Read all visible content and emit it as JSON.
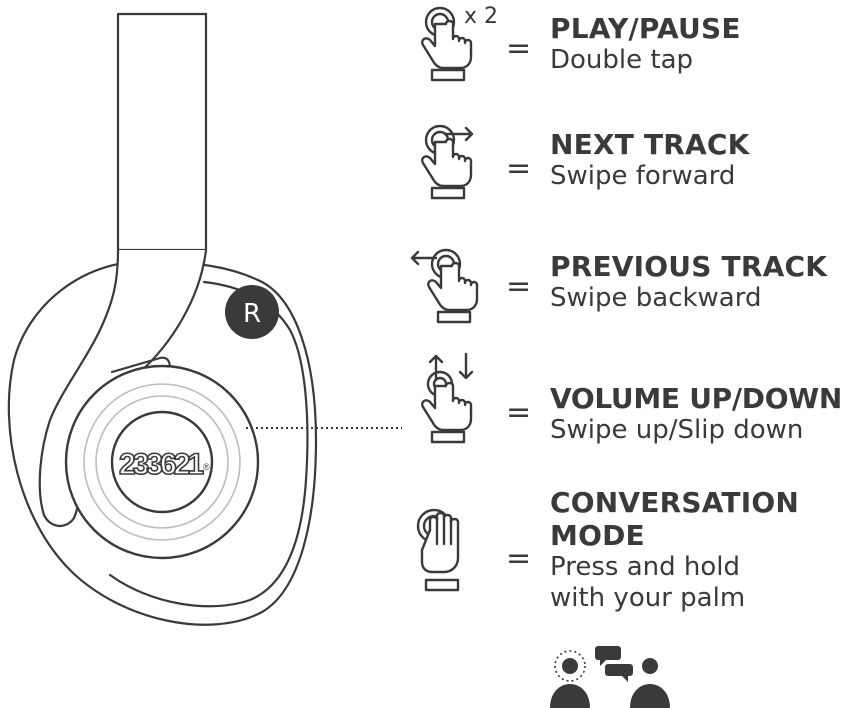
{
  "earcup": {
    "side_badge": "R",
    "logo_text": "233621",
    "logo_mark": "®"
  },
  "gestures": [
    {
      "id": "play",
      "icon": "double-tap-icon",
      "tap_count": "x 2",
      "equals": "=",
      "title": "PLAY/PAUSE",
      "desc": [
        "Double tap"
      ]
    },
    {
      "id": "next",
      "icon": "swipe-forward-icon",
      "equals": "=",
      "title": "NEXT TRACK",
      "desc": [
        "Swipe forward"
      ]
    },
    {
      "id": "prev",
      "icon": "swipe-backward-icon",
      "equals": "=",
      "title": "PREVIOUS TRACK",
      "desc": [
        "Swipe backward"
      ]
    },
    {
      "id": "vol",
      "icon": "swipe-up-down-icon",
      "equals": "=",
      "title": "VOLUME UP/DOWN",
      "desc": [
        "Swipe up/Slip down"
      ]
    },
    {
      "id": "conv",
      "icon": "palm-press-icon",
      "equals": "=",
      "title": [
        "CONVERSATION",
        "MODE"
      ],
      "desc": [
        "Press and hold",
        "with your palm"
      ]
    }
  ],
  "colors": {
    "ink": "#3a3a3a",
    "badge": "#3a3a3a",
    "ring": "#bdbdbd"
  }
}
